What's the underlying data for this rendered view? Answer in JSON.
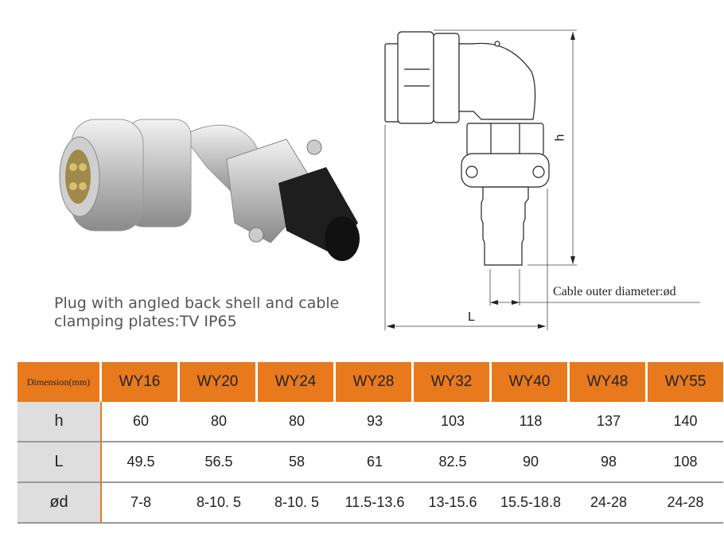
{
  "caption": {
    "line1": "Plug with angled back shell and cable",
    "line2": "clamping plates:TV   IP65"
  },
  "drawing": {
    "h_label": "h",
    "L_label": "L",
    "d_label": "Cable outer diameter:ød"
  },
  "table": {
    "corner": "Dimension(mm)",
    "models": [
      "WY16",
      "WY20",
      "WY24",
      "WY28",
      "WY32",
      "WY40",
      "WY48",
      "WY55"
    ],
    "rows": [
      {
        "label": "h",
        "values": [
          "60",
          "80",
          "80",
          "93",
          "103",
          "118",
          "137",
          "140"
        ]
      },
      {
        "label": "L",
        "values": [
          "49.5",
          "56.5",
          "58",
          "61",
          "82.5",
          "90",
          "98",
          "108"
        ]
      },
      {
        "label": "ød",
        "values": [
          "7-8",
          "8-10. 5",
          "8-10. 5",
          "11.5-13.6",
          "13-15.6",
          "15.5-18.8",
          "24-28",
          "24-28"
        ]
      }
    ]
  },
  "colors": {
    "header": "#e8791c",
    "label_bg": "#dedede"
  }
}
